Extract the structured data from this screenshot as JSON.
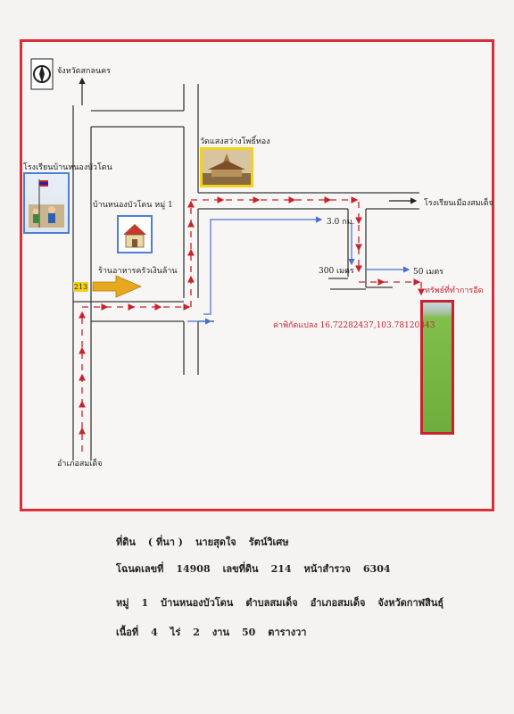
{
  "map": {
    "labels": {
      "north_city": "จังหวัดสกลนคร",
      "school_left": "โรงเรียนบ้านหนองบัวโดน",
      "temple": "วัดแสงสว่างโพธิ์ทอง",
      "village": "บ้านหนองบัวโดน  หมู่ 1",
      "restaurant": "ร้านอาหารครัวเงินล้าน",
      "route_number": "213",
      "school_right": "โรงเรียนเมืองสมเด็จ",
      "dist_3km": "3.0 กม.",
      "dist_300m": "300 เมตร",
      "dist_50m": "50 เมตร",
      "property": "ทรัพย์ที่ทำการอีด",
      "coordinates": "ค่าพิกัดแปลง  16.72282437,103.78120343",
      "south_district": "อำเภอสมเด็จ"
    },
    "icons": {
      "compass": "compass-icon",
      "school_flag": "school-flag-icon",
      "temple_picture": "temple-icon",
      "house": "house-icon",
      "landmark_arrow": "landmark-arrow-icon",
      "rice_field": "rice-field-photo"
    },
    "colors": {
      "frame": "#d7303b",
      "road": "#3a3a3a",
      "route_arrows": "#c7232c",
      "blue_arrows": "#4a6fd0",
      "temple_border": "#f2d21a",
      "picture_border": "#4d7fd8",
      "landmark_arrow": "#e6a81f",
      "field": "#7fbf4a"
    }
  },
  "info": {
    "line1": [
      "ที่ดิน",
      "( ที่นา )",
      "นายสุดใจ",
      "รัตน์วิเศษ"
    ],
    "line2": [
      "โฉนดเลขที่",
      "14908",
      "เลขที่ดิน",
      "214",
      "หน้าสำรวจ",
      "6304"
    ],
    "line3": [
      "หมู่",
      "1",
      "บ้านหนองบัวโดน",
      "ตำบลสมเด็จ",
      "อำเภอสมเด็จ",
      "จังหวัดกาฬสินธุ์"
    ],
    "line4": [
      "เนื้อที่",
      "4",
      "ไร่",
      "2",
      "งาน",
      "50",
      "ตารางวา"
    ]
  }
}
